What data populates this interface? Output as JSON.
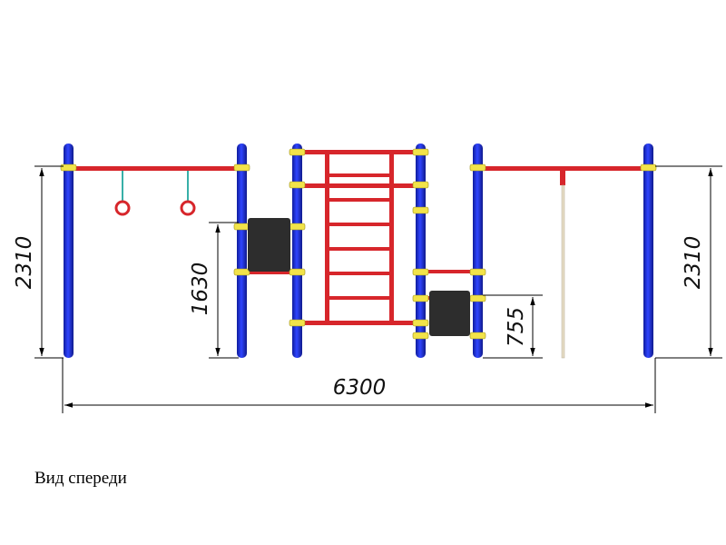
{
  "dimensions": {
    "height_left": "2310",
    "height_middle": "1630",
    "height_low": "755",
    "height_right": "2310",
    "total_width": "6300"
  },
  "caption": "Вид спереди",
  "colors": {
    "post": "#1e2fd0",
    "bar": "#d7262b",
    "clamp": "#f2e34a",
    "panel": "#2d2d2d",
    "rope": "#e6dcc4",
    "ring": "#d7262b",
    "chain": "#38b0a8",
    "line": "#000000"
  }
}
